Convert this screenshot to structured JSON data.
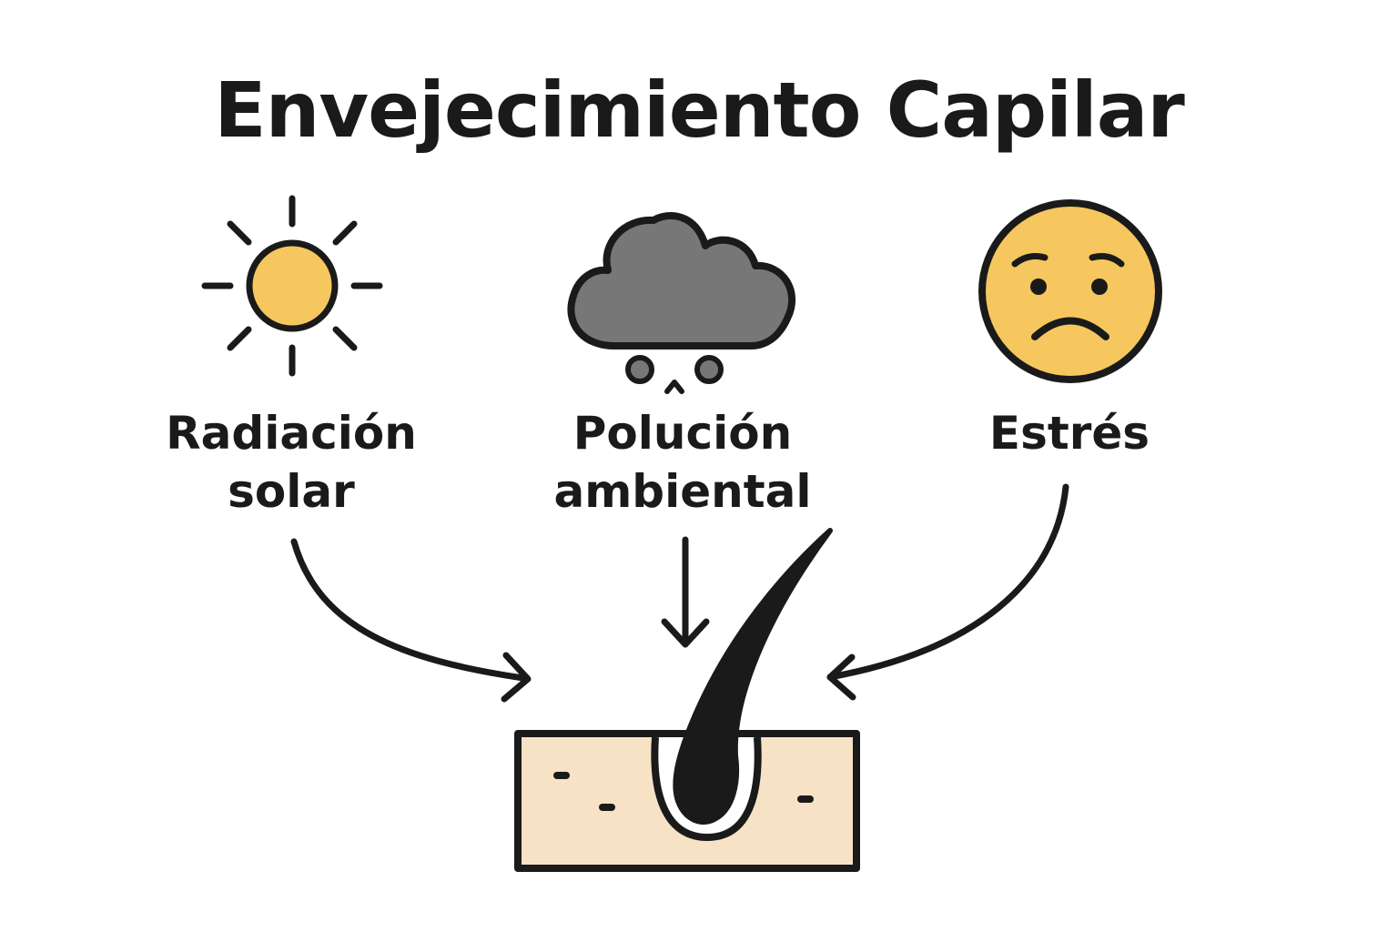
{
  "title": "Envejecimiento Capilar",
  "factors": {
    "solar": {
      "line1": "Radiación",
      "line2": "solar",
      "icon": "sun-icon"
    },
    "pollution": {
      "line1": "Polución",
      "line2": "ambiental",
      "icon": "cloud-pollution-icon"
    },
    "stress": {
      "line1": "Estrés",
      "icon": "sad-face-icon"
    }
  },
  "target": {
    "icon": "hair-follicle-icon"
  },
  "colors": {
    "stroke": "#1a1a1a",
    "sun": "#f5c75e",
    "face": "#f5c75e",
    "cloud": "#777777",
    "skin": "#f7e2c6"
  }
}
